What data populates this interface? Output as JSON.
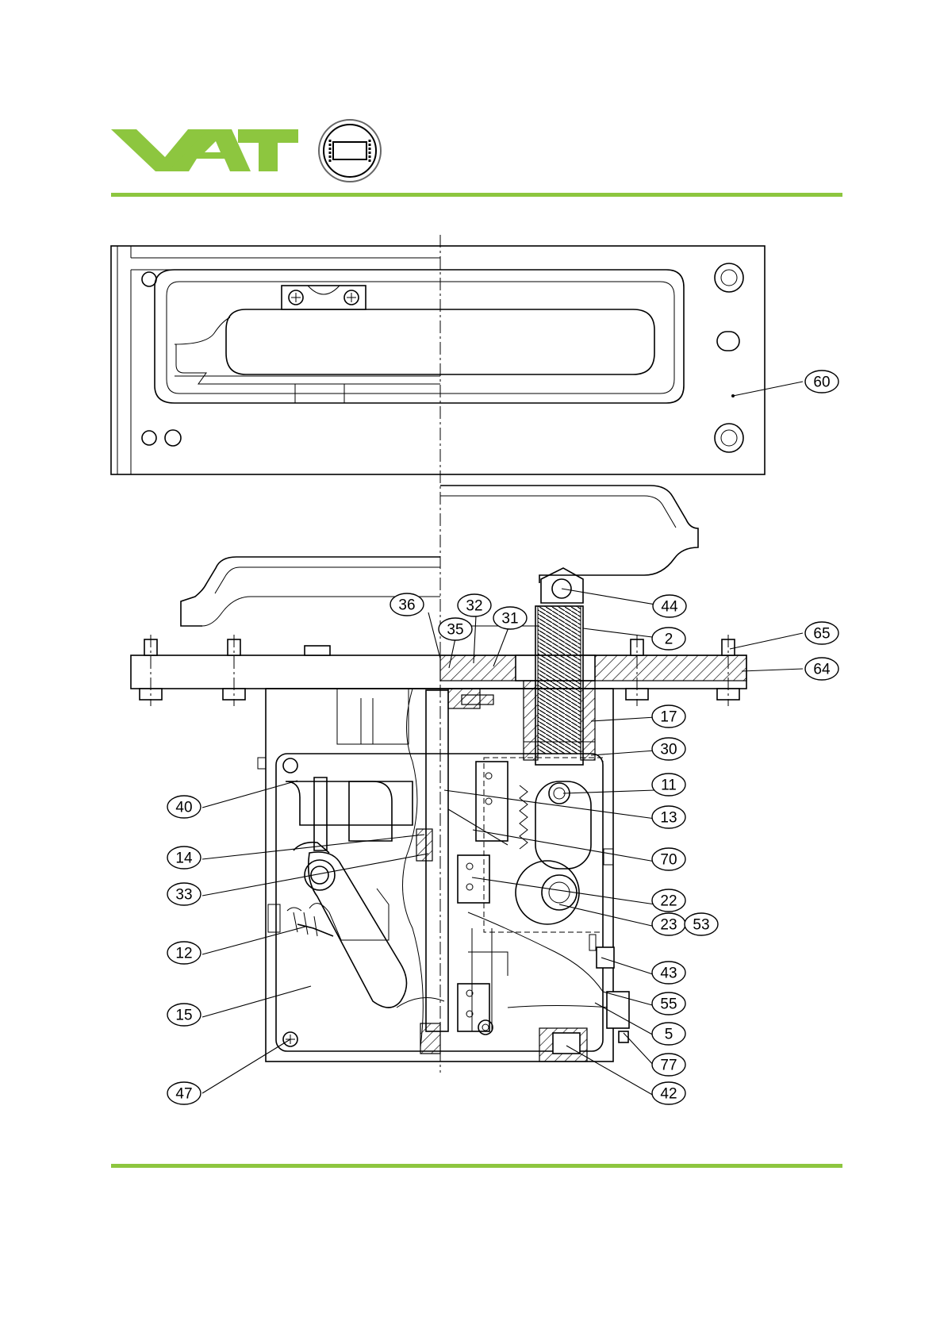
{
  "brand": {
    "color": "#8dc63f"
  },
  "logo_name": "vat-logo",
  "stamp_name": "gate-valve-symbol",
  "callouts": [
    {
      "label": "60"
    },
    {
      "label": "36"
    },
    {
      "label": "32"
    },
    {
      "label": "31"
    },
    {
      "label": "35"
    },
    {
      "label": "44"
    },
    {
      "label": "2"
    },
    {
      "label": "65"
    },
    {
      "label": "64"
    },
    {
      "label": "17"
    },
    {
      "label": "30"
    },
    {
      "label": "11"
    },
    {
      "label": "13"
    },
    {
      "label": "40"
    },
    {
      "label": "14"
    },
    {
      "label": "70"
    },
    {
      "label": "33"
    },
    {
      "label": "22"
    },
    {
      "label": "23"
    },
    {
      "label": "53"
    },
    {
      "label": "12"
    },
    {
      "label": "43"
    },
    {
      "label": "15"
    },
    {
      "label": "55"
    },
    {
      "label": "5"
    },
    {
      "label": "77"
    },
    {
      "label": "47"
    },
    {
      "label": "42"
    }
  ]
}
